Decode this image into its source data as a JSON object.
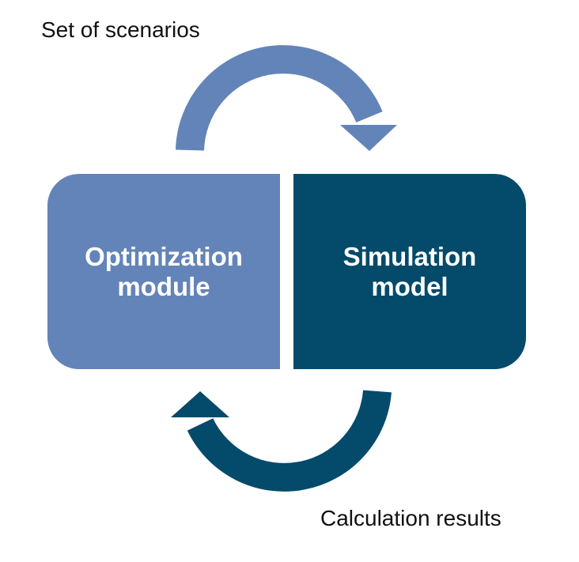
{
  "diagram": {
    "top_label": "Set of scenarios",
    "bottom_label": "Calculation results",
    "left_box": {
      "line1": "Optimization",
      "line2": "module"
    },
    "right_box": {
      "line1": "Simulation",
      "line2": "model"
    }
  },
  "colors": {
    "light_blue": "#6384b8",
    "dark_blue": "#034a6b",
    "text": "#111111",
    "background": "#ffffff"
  },
  "icons": [
    "curved-arrow-right-icon",
    "curved-arrow-left-icon"
  ]
}
